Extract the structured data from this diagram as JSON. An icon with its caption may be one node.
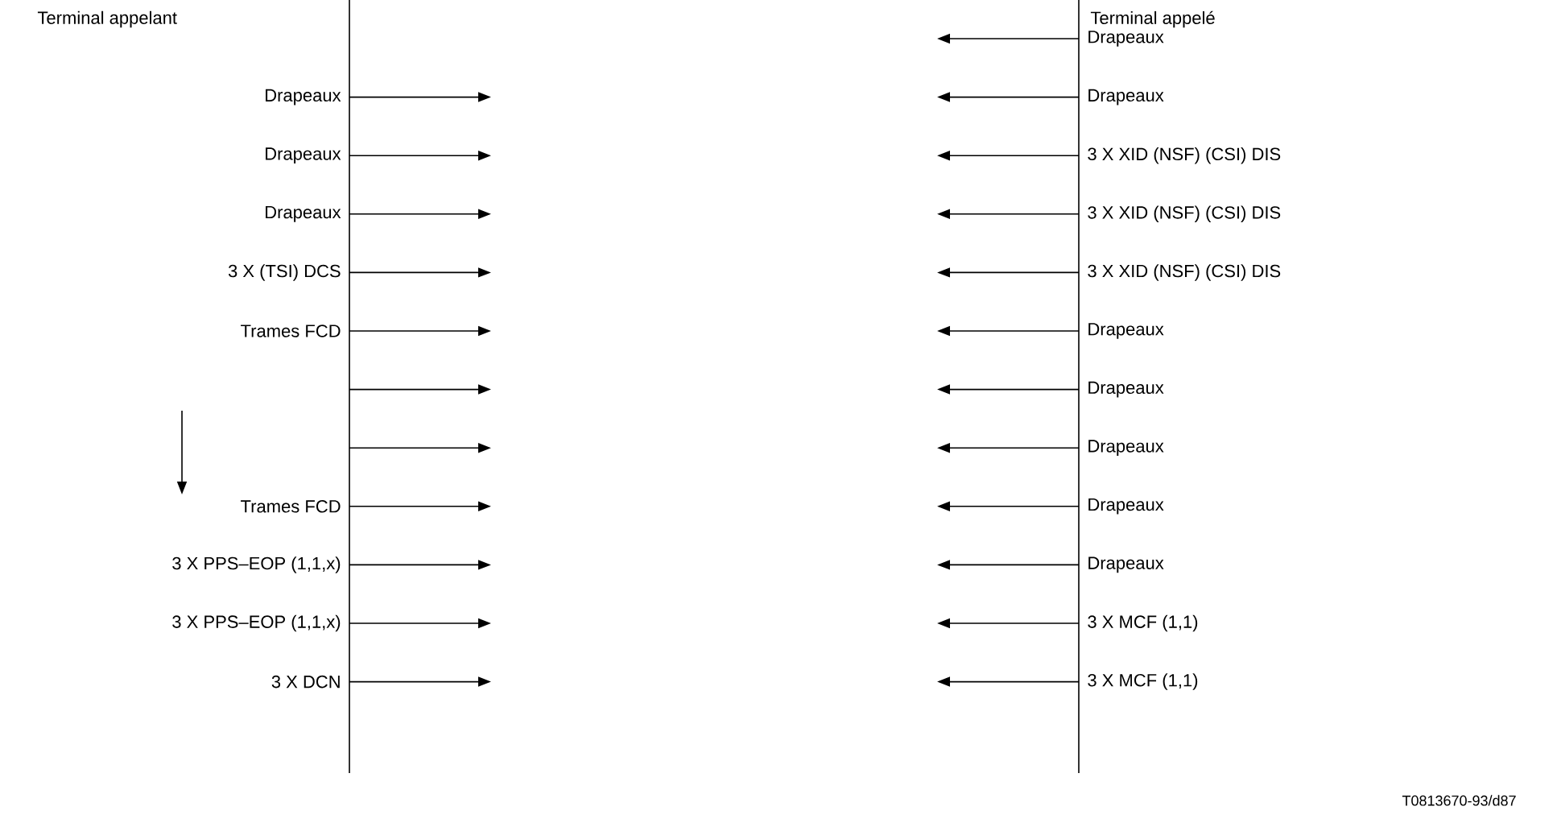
{
  "diagram": {
    "nodes": [
      {
        "text": [
          "Terminal appelant"
        ]
      },
      {
        "text": [
          "Terminal appelé"
        ]
      }
    ],
    "edges": [
      {
        "from": 0,
        "to": null,
        "arrow": "to",
        "label": "Drapeaux"
      },
      {
        "from": 0,
        "to": null,
        "arrow": "to",
        "label": "Drapeaux"
      },
      {
        "from": 0,
        "to": null,
        "arrow": "to",
        "label": "Drapeaux"
      },
      {
        "from": 0,
        "to": null,
        "arrow": "to",
        "label": "3 X (TSI) DCS"
      },
      {
        "from": 0,
        "to": null,
        "arrow": "to",
        "label": "Trames FCD"
      },
      {
        "from": 0,
        "to": null,
        "arrow": "to"
      },
      {
        "from": 0,
        "to": null,
        "arrow": "to"
      },
      {
        "from": 0,
        "to": null,
        "arrow": "to",
        "label": "Trames FCD"
      },
      {
        "from": 0,
        "to": null,
        "arrow": "to",
        "label": "3 X PPS–EOP (1,1,x)"
      },
      {
        "from": 0,
        "to": null,
        "arrow": "to",
        "label": "3 X PPS–EOP (1,1,x)"
      },
      {
        "from": 0,
        "to": null,
        "arrow": "to",
        "label": "3 X DCN"
      },
      {
        "from": 1,
        "to": null,
        "arrow": "to",
        "label": "Drapeaux"
      },
      {
        "from": 1,
        "to": null,
        "arrow": "to",
        "label": "Drapeaux"
      },
      {
        "from": 1,
        "to": null,
        "arrow": "to",
        "label": "3 X XID (NSF) (CSI) DIS"
      },
      {
        "from": 1,
        "to": null,
        "arrow": "to",
        "label": "3 X XID (NSF) (CSI) DIS"
      },
      {
        "from": 1,
        "to": null,
        "arrow": "to",
        "label": "3 X XID (NSF) (CSI) DIS"
      },
      {
        "from": 1,
        "to": null,
        "arrow": "to",
        "label": "Drapeaux"
      },
      {
        "from": 1,
        "to": null,
        "arrow": "to",
        "label": "Drapeaux"
      },
      {
        "from": 1,
        "to": null,
        "arrow": "to",
        "label": "Drapeaux"
      },
      {
        "from": 1,
        "to": null,
        "arrow": "to",
        "label": "Drapeaux"
      },
      {
        "from": 1,
        "to": null,
        "arrow": "to",
        "label": "Drapeaux"
      },
      {
        "from": 1,
        "to": null,
        "arrow": "to",
        "label": "3 X MCF (1,1)"
      },
      {
        "from": 1,
        "to": null,
        "arrow": "to",
        "label": "3 X MCF (1,1)"
      }
    ],
    "labels": [
      "T0813670-93/d87"
    ]
  }
}
